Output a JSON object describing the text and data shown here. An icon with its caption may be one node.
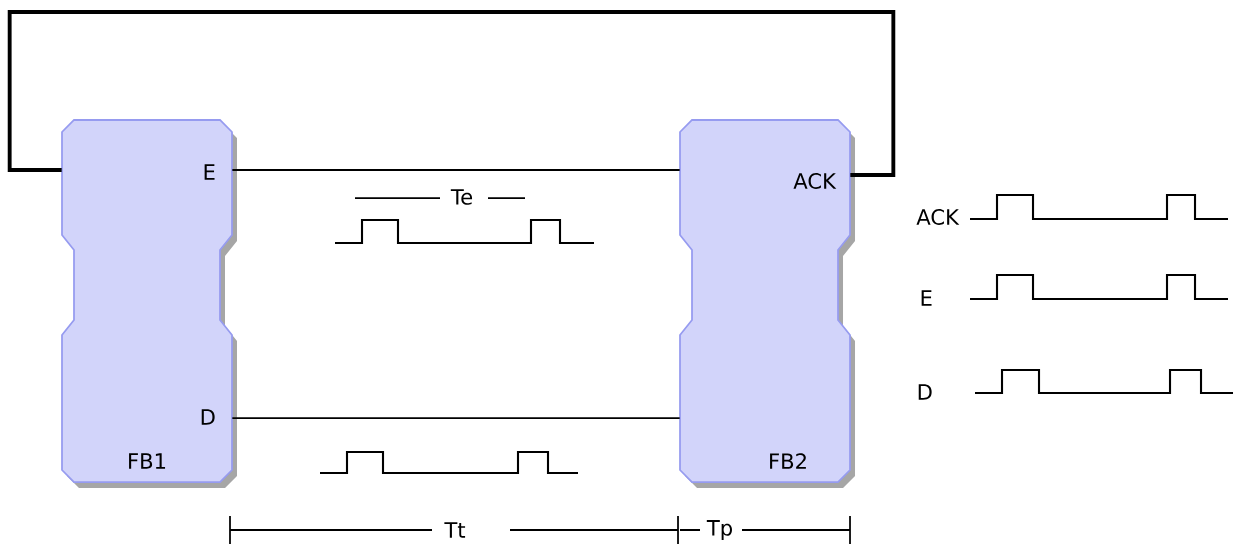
{
  "diagram": {
    "nodes": [
      {
        "text": [
          "E",
          "D",
          "FB1"
        ]
      },
      {
        "text": [
          "ACK",
          "FB2"
        ]
      }
    ],
    "edges": [
      {
        "from": 0,
        "to": 1,
        "arrow": "none"
      },
      {
        "from": 0,
        "to": 1,
        "arrow": "none"
      },
      {
        "from": 1,
        "to": 0,
        "arrow": "none",
        "style": "thick"
      }
    ],
    "labels": [
      "Te",
      "Tt",
      "Tp",
      "ACK",
      "E",
      "D"
    ]
  }
}
